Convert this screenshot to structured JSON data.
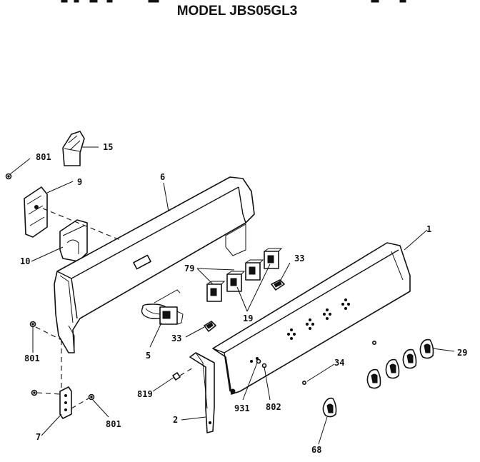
{
  "diagram": {
    "title": "MODEL JBS05GL3",
    "labels": {
      "l801a": "801",
      "l15": "15",
      "l9": "9",
      "l6": "6",
      "l10": "10",
      "l1": "1",
      "l79": "79",
      "l33a": "33",
      "l19": "19",
      "l5": "5",
      "l33b": "33",
      "l801b": "801",
      "l29": "29",
      "l34": "34",
      "l819": "819",
      "l931": "931",
      "l802": "802",
      "l2": "2",
      "l7": "7",
      "l801c": "801",
      "l68": "68"
    }
  }
}
